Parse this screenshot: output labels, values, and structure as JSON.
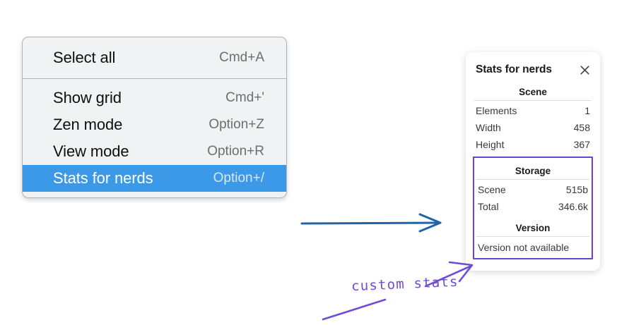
{
  "context_menu": {
    "groups": [
      {
        "items": [
          {
            "label": "Select all",
            "shortcut": "Cmd+A",
            "selected": false
          }
        ]
      },
      {
        "items": [
          {
            "label": "Show grid",
            "shortcut": "Cmd+'",
            "selected": false
          },
          {
            "label": "Zen mode",
            "shortcut": "Option+Z",
            "selected": false
          },
          {
            "label": "View mode",
            "shortcut": "Option+R",
            "selected": false
          },
          {
            "label": "Stats for nerds",
            "shortcut": "Option+/",
            "selected": true
          }
        ]
      }
    ],
    "selected_bg": "#3b99e8"
  },
  "stats_panel": {
    "title": "Stats for nerds",
    "close_icon": "close-icon",
    "scene": {
      "heading": "Scene",
      "rows": [
        {
          "key": "Elements",
          "value": "1"
        },
        {
          "key": "Width",
          "value": "458"
        },
        {
          "key": "Height",
          "value": "367"
        }
      ]
    },
    "storage": {
      "heading": "Storage",
      "rows": [
        {
          "key": "Scene",
          "value": "515b"
        },
        {
          "key": "Total",
          "value": "346.6k"
        }
      ]
    },
    "version": {
      "heading": "Version",
      "note": "Version not available"
    },
    "highlight_color": "#6f3fd4"
  },
  "annotations": {
    "blue_arrow": {
      "name": "blue-arrow",
      "color": "#1f63a8"
    },
    "purple_arrow": {
      "name": "purple-arrow",
      "color": "#6f4bd8"
    },
    "purple_underline": {
      "name": "purple-underline-stroke",
      "color": "#6f4bd8"
    },
    "handwriting": "custom stats"
  }
}
